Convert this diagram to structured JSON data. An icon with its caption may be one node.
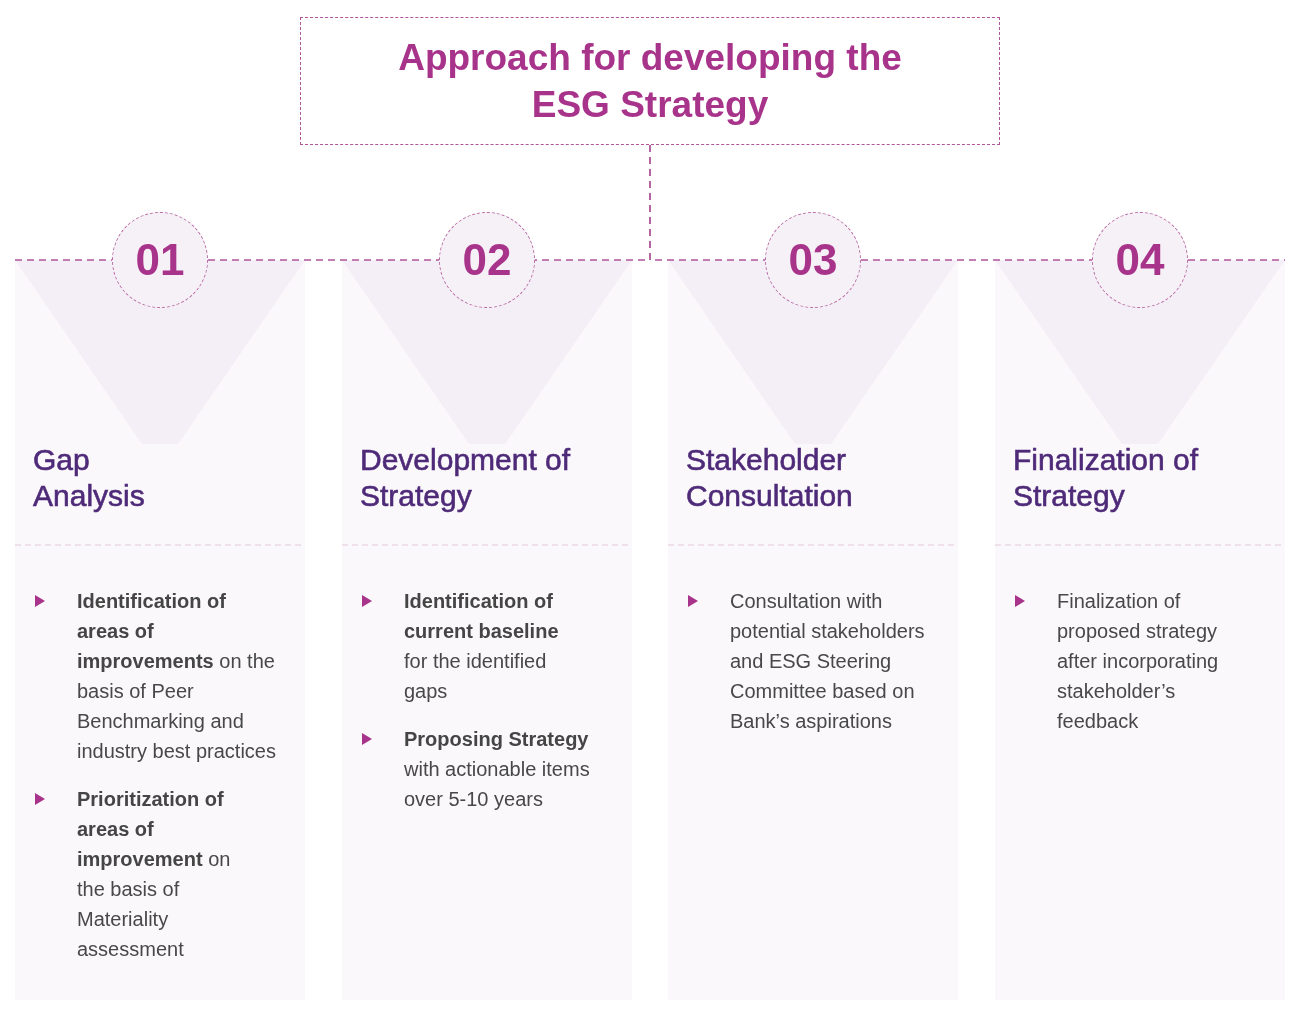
{
  "diagram": {
    "nodes": [
      {
        "text": [
          "Approach for developing the ESG Strategy"
        ]
      },
      {
        "text": [
          "01"
        ]
      },
      {
        "text": [
          "Gap Analysis",
          "**Identification of areas of improvements** on the basis of Peer Benchmarking and industry best practices",
          "**Prioritization of areas of improvement** on the basis of Materiality assessment"
        ]
      },
      {
        "text": [
          "02"
        ]
      },
      {
        "text": [
          "Development of Strategy",
          "**Identification of current baseline** for the identified gaps",
          "**Proposing Strategy** with actionable items over 5-10 years"
        ]
      },
      {
        "text": [
          "03"
        ]
      },
      {
        "text": [
          "Stakeholder Consultation",
          "Consultation with potential stakeholders and ESG Steering Committee based on Bank’s aspirations"
        ]
      },
      {
        "text": [
          "04"
        ]
      },
      {
        "text": [
          "Finalization of Strategy",
          "Finalization of proposed strategy after incorporating stakeholder’s feedback"
        ]
      }
    ],
    "edges": [
      {
        "from": 2,
        "to": 1,
        "arrow": "none",
        "style": "dashed"
      },
      {
        "from": 1,
        "to": 3,
        "arrow": "none",
        "style": "dashed"
      },
      {
        "from": 0,
        "to": 3,
        "arrow": "none",
        "style": "dashed"
      },
      {
        "from": 0,
        "to": 5,
        "arrow": "none",
        "style": "dashed"
      },
      {
        "from": 5,
        "to": 7,
        "arrow": "none",
        "style": "dashed"
      },
      {
        "from": 7,
        "to": 8,
        "arrow": "none",
        "style": "dashed"
      }
    ]
  }
}
